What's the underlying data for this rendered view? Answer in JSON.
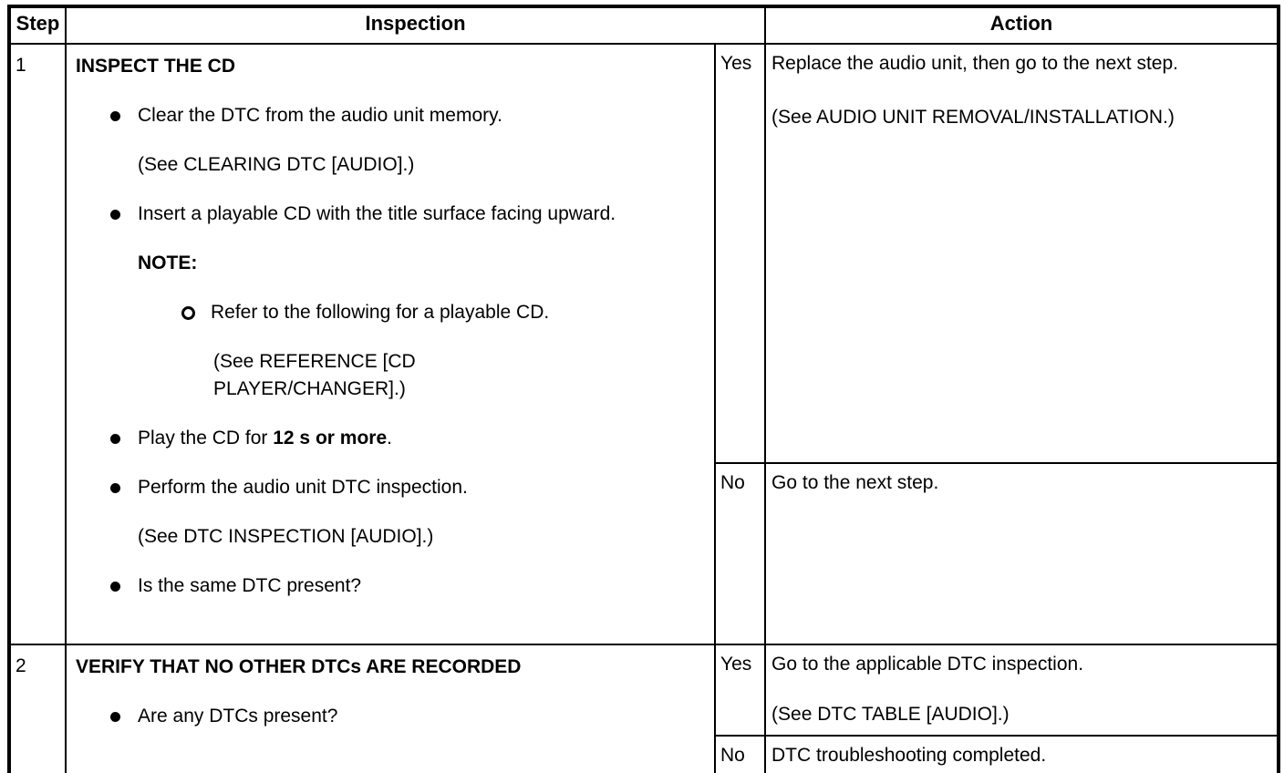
{
  "header": {
    "step": "Step",
    "inspection": "Inspection",
    "action": "Action"
  },
  "rows": [
    {
      "step": "1",
      "title": "INSPECT THE CD",
      "items": [
        {
          "type": "bullet",
          "text": "Clear the DTC from the audio unit memory."
        },
        {
          "type": "ref",
          "text": "(See CLEARING DTC [AUDIO].)"
        },
        {
          "type": "bullet",
          "text": "Insert a playable CD with the title surface facing upward."
        },
        {
          "type": "note",
          "text": "NOTE:"
        },
        {
          "type": "sub-bullet",
          "text": "Refer to the following for a playable CD."
        },
        {
          "type": "sub-ref",
          "text": "(See REFERENCE [CD PLAYER/CHANGER].)"
        },
        {
          "type": "bullet-mixed",
          "prefix": "Play the CD for ",
          "bold": "12 s or more",
          "suffix": "."
        },
        {
          "type": "bullet",
          "text": "Perform the audio unit DTC inspection."
        },
        {
          "type": "ref",
          "text": "(See DTC INSPECTION [AUDIO].)"
        },
        {
          "type": "bullet",
          "text": "Is the same DTC present?"
        }
      ],
      "yes_label": "Yes",
      "no_label": "No",
      "yes_action_lines": [
        "Replace the audio unit, then go to the next step.",
        "(See AUDIO UNIT REMOVAL/INSTALLATION.)"
      ],
      "no_action_lines": [
        "Go to the next step."
      ]
    },
    {
      "step": "2",
      "title": "VERIFY THAT NO OTHER DTCs ARE RECORDED",
      "items": [
        {
          "type": "bullet",
          "text": "Are any DTCs present?"
        }
      ],
      "yes_label": "Yes",
      "no_label": "No",
      "yes_action_lines": [
        "Go to the applicable DTC inspection.",
        "(See DTC TABLE [AUDIO].)"
      ],
      "no_action_lines": [
        "DTC troubleshooting completed."
      ]
    }
  ],
  "colors": {
    "border": "#000000",
    "background": "#ffffff",
    "text": "#000000"
  }
}
